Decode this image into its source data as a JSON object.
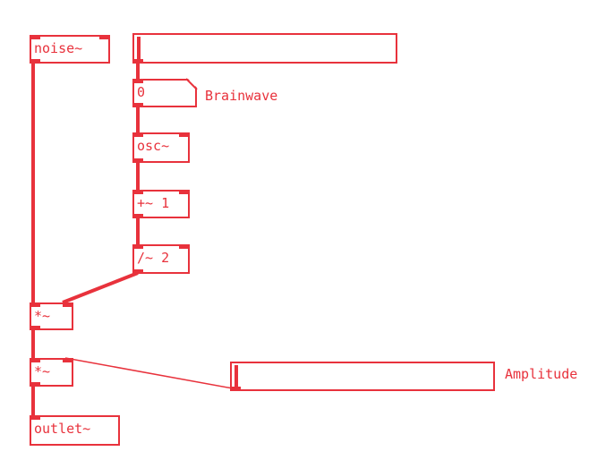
{
  "colors": {
    "ink": "#e8323c",
    "background": "#ffffff"
  },
  "objects": {
    "noise": {
      "label": "noise~"
    },
    "number": {
      "value": "0"
    },
    "number_label": "Brainwave",
    "osc": {
      "label": "osc~"
    },
    "add": {
      "label": "+~ 1"
    },
    "div": {
      "label": "/~ 2"
    },
    "mul1": {
      "label": "*~"
    },
    "mul2": {
      "label": "*~"
    },
    "outlet": {
      "label": "outlet~"
    },
    "amplitude_label": "Amplitude"
  }
}
